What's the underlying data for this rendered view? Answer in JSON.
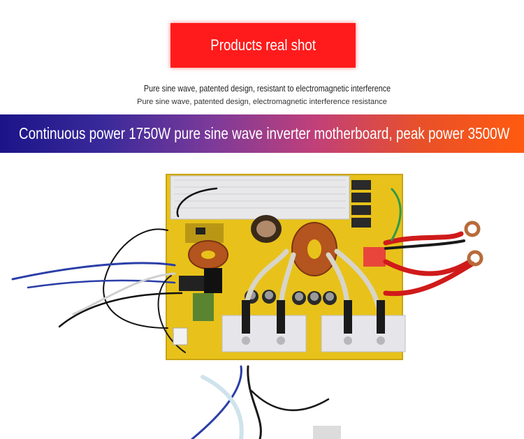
{
  "header": {
    "badge_text": "Products real shot"
  },
  "subtitles": {
    "line1": "Pure sine wave, patented design, resistant to electromagnetic interference",
    "line2": "Pure sine wave, patented design, electromagnetic interference resistance"
  },
  "banner": {
    "text": "Continuous power 1750W pure sine wave inverter motherboard, peak power 3500W"
  },
  "colors": {
    "badge": "#ff1b1b",
    "banner_start": "#1b1488",
    "banner_end": "#ff5a10",
    "pcb": "#e8c21a"
  }
}
